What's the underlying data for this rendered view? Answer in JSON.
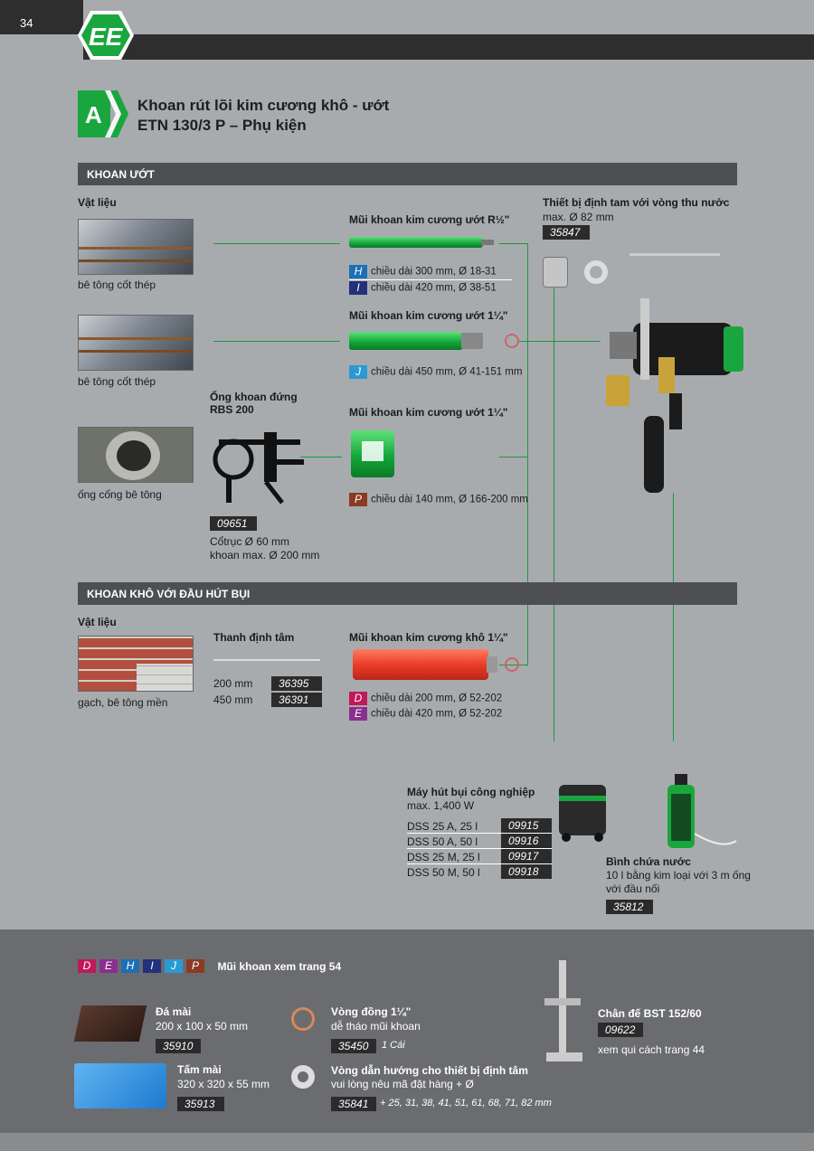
{
  "page_number": "34",
  "title": {
    "line1": "Khoan rút lõi kim cương khô - ướt",
    "line2": "ETN 130/3 P – Phụ kiện"
  },
  "badge": "A",
  "wet": {
    "section": "KHOAN ƯỚT",
    "materials_label": "Vật liệu",
    "mat1": "bê tông cốt thép",
    "mat2": "bê tông cốt thép",
    "mat3": "ống cống bê tông",
    "bit1_title": "Mũi khoan kim cương ướt R½\"",
    "bit1_h": "chiều dài 300 mm, Ø 18-31",
    "bit1_i": "chiều dài 420 mm, Ø 38-51",
    "bit2_title": "Mũi khoan kim cương ướt 1¼\"",
    "bit2_j": "chiều dài 450 mm, Ø 41-151 mm",
    "bit3_title": "Mũi khoan kim cương ướt 1¼\"",
    "bit3_p": "chiều dài 140 mm, Ø 166-200 mm",
    "rbs_title1": "Ống khoan đứng",
    "rbs_title2": "RBS 200",
    "rbs_code": "09651",
    "rbs_spec1": "Cổtrục Ø 60 mm",
    "rbs_spec2": "khoan max. Ø 200 mm",
    "centering_title": "Thiết bị định tam với vòng thu nước",
    "centering_spec": "max. Ø 82 mm",
    "centering_code": "35847"
  },
  "dry": {
    "section": "KHOAN KHÔ VỚI ĐẦU HÚT BỤI",
    "materials_label": "Vật liệu",
    "mat": "gạch, bê tông mền",
    "rod_title": "Thanh định tâm",
    "rod_200": "200 mm",
    "rod_200_code": "36395",
    "rod_450": "450 mm",
    "rod_450_code": "36391",
    "bit_title": "Mũi khoan kim cương khô 1¼\"",
    "bit_d": "chiều dài 200 mm, Ø 52-202",
    "bit_e": "chiều dài 420 mm, Ø 52-202"
  },
  "vacuum": {
    "title": "Máy hút bụi công nghiệp",
    "spec": "max. 1,400 W",
    "rows": [
      {
        "name": "DSS 25 A, 25 l",
        "code": "09915"
      },
      {
        "name": "DSS 50 A, 50 l",
        "code": "09916"
      },
      {
        "name": "DSS 25 M, 25 l",
        "code": "09917"
      },
      {
        "name": "DSS 50 M, 50 l",
        "code": "09918"
      }
    ]
  },
  "water": {
    "title": "Bình chứa nước",
    "spec1": "10 l bằng kim loại với 3 m ống",
    "spec2": "với đầu nối",
    "code": "35812"
  },
  "letters": {
    "H": "H",
    "I": "I",
    "J": "J",
    "P": "P",
    "D": "D",
    "E": "E"
  },
  "bottom": {
    "legend_letters": [
      "D",
      "E",
      "H",
      "I",
      "J",
      "P"
    ],
    "legend_text": "Mũi khoan xem trang 54",
    "stone_title": "Đá mài",
    "stone_spec": "200 x 100 x 50 mm",
    "stone_code": "35910",
    "plate_title": "Tấm mài",
    "plate_spec": "320 x 320 x 55 mm",
    "plate_code": "35913",
    "ring_title": "Vòng đồng 1¼\"",
    "ring_spec": "dễ tháo mũi khoan",
    "ring_code": "35450",
    "ring_note": "1 Cái",
    "guide_title": "Vòng dẫn hướng cho thiết bị định tâm",
    "guide_spec": "vui lòng nêu mã đặt hàng + Ø",
    "guide_code": "35841",
    "guide_note": "+ 25, 31, 38, 41, 51, 61, 68, 71, 82 mm",
    "stand_title": "Chân đế BST 152/60",
    "stand_code": "09622",
    "stand_note": "xem qui cách trang 44"
  },
  "colors": {
    "H": "#1d6fb5",
    "I": "#23307a",
    "J": "#2a9ad6",
    "P": "#8b3a24",
    "D": "#c0195a",
    "E": "#8a2f8e",
    "green": "#1a9a3a"
  }
}
